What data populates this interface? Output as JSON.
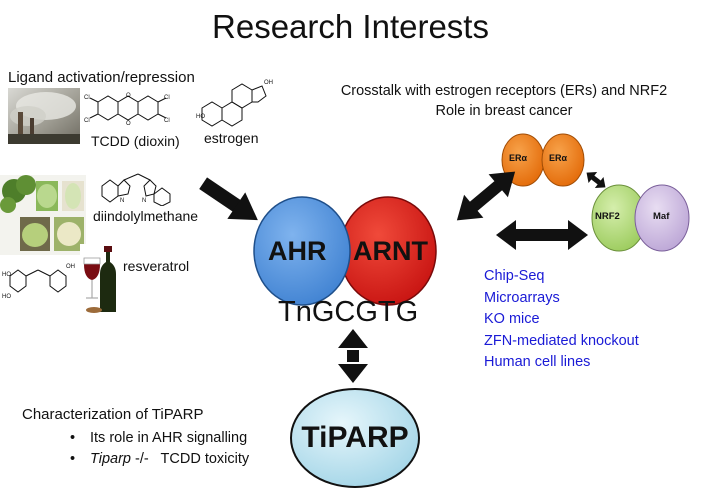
{
  "title": "Research Interests",
  "ligand": {
    "heading": "Ligand activation/repression",
    "tcdd": "TCDD (dioxin)",
    "estrogen": "estrogen",
    "diindolylmethane": "diindolylmethane",
    "resveratrol": "resveratrol"
  },
  "crosstalk": {
    "line1": "Crosstalk with estrogen receptors (ERs) and NRF2",
    "line2": "Role in breast cancer",
    "er_label": "ERα",
    "nrf2_label": "NRF2",
    "maf_label": "Maf"
  },
  "complex": {
    "ahr": "AHR",
    "arnt": "ARNT",
    "motif": "TnGCGTG",
    "ahr_color": "#4a8fdc",
    "arnt_color": "#d81e1e"
  },
  "methods": [
    "Chip-Seq",
    "Microarrays",
    "KO mice",
    "ZFN-mediated knockout",
    "Human cell lines"
  ],
  "tiparp": {
    "label": "TiPARP",
    "heading": "Characterization of TiPARP",
    "bullet1": "Its role in AHR signalling",
    "bullet2_italic": "Tiparp",
    "bullet2_rest": " -/-   TCDD toxicity"
  }
}
